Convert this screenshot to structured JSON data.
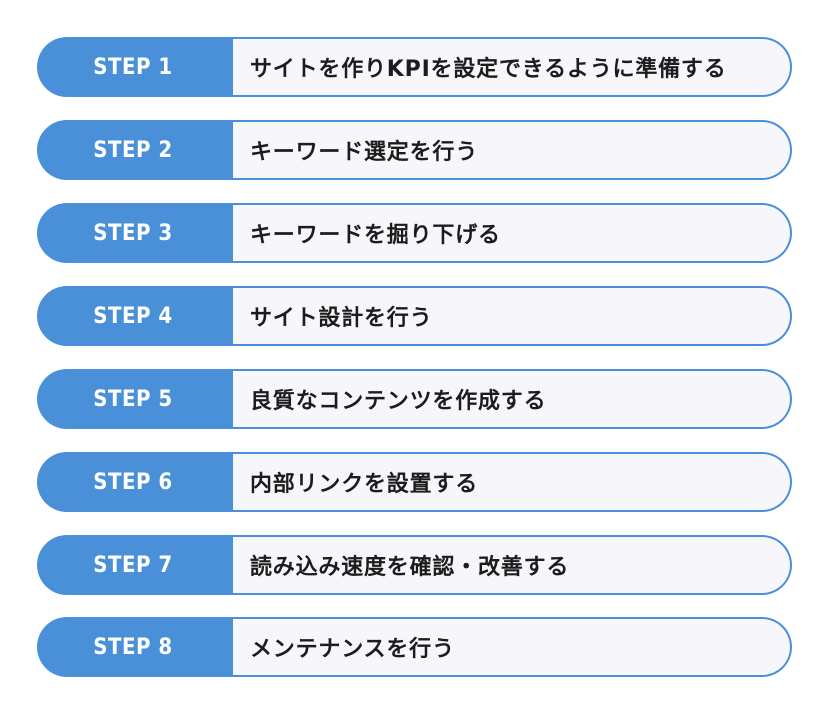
{
  "steps": [
    {
      "label": "STEP 1",
      "text": "サイトを作りKPIを設定できるように準備する"
    },
    {
      "label": "STEP 2",
      "text": "キーワード選定を行う"
    },
    {
      "label": "STEP 3",
      "text": "キーワードを掘り下げる"
    },
    {
      "label": "STEP 4",
      "text": "サイト設計を行う"
    },
    {
      "label": "STEP 5",
      "text": "良質なコンテンツを作成する"
    },
    {
      "label": "STEP 6",
      "text": "内部リンクを設置する"
    },
    {
      "label": "STEP 7",
      "text": "読み込み速度を確認・改善する"
    },
    {
      "label": "STEP 8",
      "text": "メンテナンスを行う"
    }
  ],
  "colors": {
    "accent": "#4a90d9",
    "box_background": "#f7f7fb",
    "label_text": "#ffffff",
    "body_text": "#1c1c1c"
  }
}
